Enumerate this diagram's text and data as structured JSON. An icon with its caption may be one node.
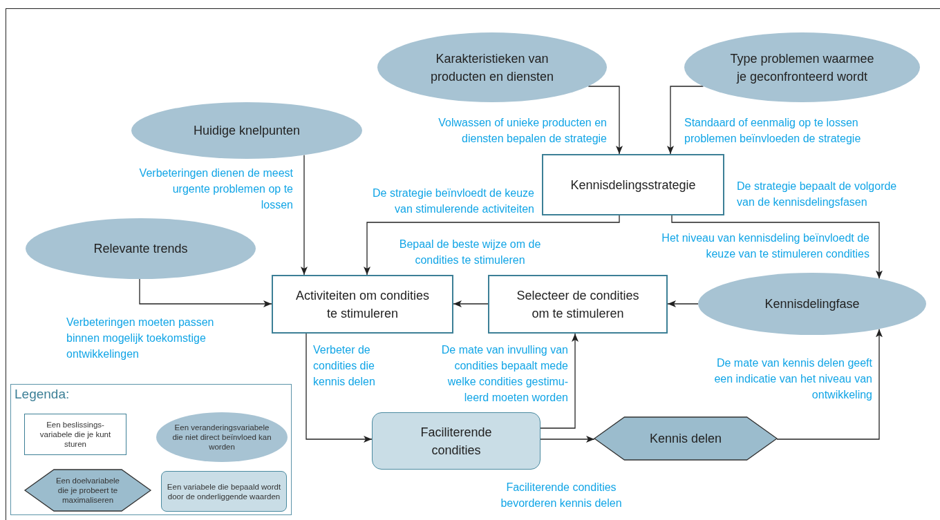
{
  "diagram": {
    "nodes": [
      {
        "text": [
          "Karakteristieken van producten en diensten"
        ]
      },
      {
        "text": [
          "Type problemen waarmee je geconfronteerd wordt"
        ]
      },
      {
        "text": [
          "Huidige knelpunten"
        ]
      },
      {
        "text": [
          "Kennisdelingsstrategie"
        ]
      },
      {
        "text": [
          "Relevante trends"
        ]
      },
      {
        "text": [
          "Activiteiten om condities te stimuleren"
        ]
      },
      {
        "text": [
          "Selecteer de condities om te stimuleren"
        ]
      },
      {
        "text": [
          "Kennisdelingfase"
        ]
      },
      {
        "text": [
          "Faciliterende condities"
        ]
      },
      {
        "text": [
          "Kennis delen"
        ]
      }
    ],
    "edges": [
      {
        "from": 0,
        "to": 3,
        "arrow": "to",
        "label": "Volwassen of unieke producten en diensten bepalen de strategie"
      },
      {
        "from": 1,
        "to": 3,
        "arrow": "to",
        "label": "Standaard of eenmalig op te lossen problemen beïnvloeden de strategie"
      },
      {
        "from": 2,
        "to": 5,
        "arrow": "to",
        "label": "Verbeteringen dienen de meest urgente problemen op te lossen"
      },
      {
        "from": 3,
        "to": 5,
        "arrow": "to",
        "label": "De strategie beïnvloedt de keuze van stimulerende activiteiten"
      },
      {
        "from": 4,
        "to": 5,
        "arrow": "to",
        "label": "Verbeteringen moeten passen binnen mogelijk toekomstige ontwikkelingen"
      },
      {
        "from": 3,
        "to": 7,
        "arrow": "to",
        "label": "De strategie bepaalt de volgorde van de kennisdelingsfasen"
      },
      {
        "from": 6,
        "to": 5,
        "arrow": "to",
        "label": "Bepaal de beste wijze om de condities te stimuleren"
      },
      {
        "from": 7,
        "to": 6,
        "arrow": "to"
      },
      {
        "from": 5,
        "to": 8,
        "arrow": "to",
        "label": "Verbeter de condities die kennis delen"
      },
      {
        "from": 8,
        "to": 6,
        "arrow": "to",
        "label": "De mate van invulling van condities bepaalt mede welke condities gestimu-leerd moeten worden"
      },
      {
        "from": 8,
        "to": 9,
        "arrow": "to",
        "label": "Faciliterende condities bevorderen kennis delen"
      },
      {
        "from": 9,
        "to": 7,
        "arrow": "to",
        "label": "De mate van kennis delen geeft een indicatie van het niveau van ontwikkeling"
      }
    ],
    "labels": [
      "Het niveau van kennisdeling beïnvloedt de keuze van te stimuleren condities",
      "Legenda:"
    ],
    "legend": [
      {
        "text": "Een beslissings-variabele die je kunt sturen"
      },
      {
        "text": "Een veranderingsvariabele die niet direct beïnvloed kan worden"
      },
      {
        "text": "Een doelvariabele die je probeert te maximaliseren"
      },
      {
        "text": "Een variabele die bepaald wordt door de onderliggende waarden"
      }
    ]
  }
}
